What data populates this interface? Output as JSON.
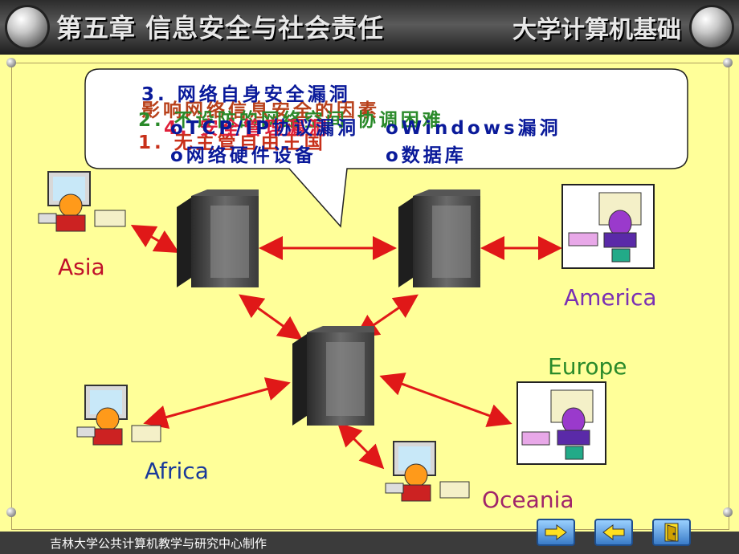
{
  "header": {
    "chapter_title": "第五章 信息安全与社会责任",
    "course_title": "大学计算机基础"
  },
  "bubble": {
    "layer_red_title": "影响网络信息安全的因素",
    "layer_red_item": "1. 无主管自由王国",
    "layer_green_item": "2. 不设防的网络空间 协调困难",
    "layer_blue_title": "3. 网络自身安全漏洞",
    "blue_item_1": "oTCP/IP协议漏洞",
    "blue_item_2": "oWindows漏洞",
    "blue_item_3": "o网络硬件设备",
    "blue_item_4": "o数据库",
    "overlap_item_4": "4. 安全管理漏洞"
  },
  "regions": {
    "asia": "Asia",
    "america": "America",
    "europe": "Europe",
    "africa": "Africa",
    "oceania": "Oceania"
  },
  "footer": {
    "credit": "吉林大学公共计算机教学与研究中心制作"
  },
  "nav": {
    "next": "next-arrow-icon",
    "prev": "prev-arrow-icon",
    "exit": "exit-door-icon"
  },
  "colors": {
    "background": "#ffff99",
    "header": "#3a3a3a",
    "arrow": "#e01818",
    "asia": "#c0102a",
    "america": "#7a2fb4",
    "europe": "#2a8a2a",
    "africa": "#1a3a9a",
    "oceania": "#a0246a"
  }
}
